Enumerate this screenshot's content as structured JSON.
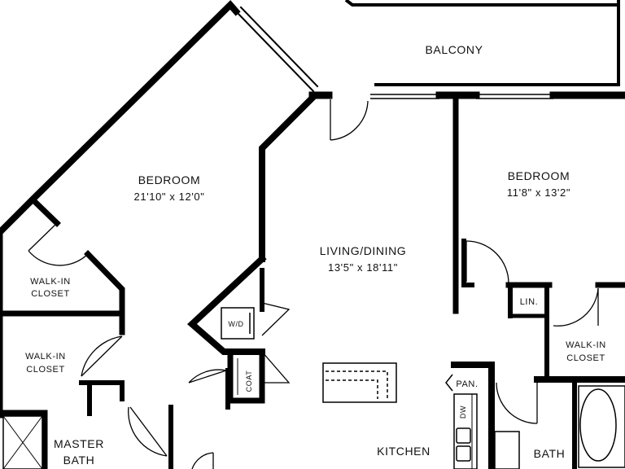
{
  "plan": {
    "wall_color": "#000000",
    "background_color": "#ffffff",
    "rooms": {
      "balcony": {
        "name": "BALCONY"
      },
      "bedroom_1": {
        "name": "BEDROOM",
        "size": "21'10\" x 12'0\""
      },
      "bedroom_2": {
        "name": "BEDROOM",
        "size": "11'8\" x 13'2\""
      },
      "living_dining": {
        "name": "LIVING/DINING",
        "size": "13'5\" x 18'11\""
      },
      "walk_in_closet_1": {
        "line1": "WALK-IN",
        "line2": "CLOSET"
      },
      "walk_in_closet_2": {
        "line1": "WALK-IN",
        "line2": "CLOSET"
      },
      "walk_in_closet_3": {
        "line1": "WALK-IN",
        "line2": "CLOSET"
      },
      "master_bath": {
        "line1": "MASTER",
        "line2": "BATH"
      },
      "kitchen": {
        "name": "KITCHEN"
      },
      "bath": {
        "name": "BATH"
      }
    },
    "fixtures": {
      "washer_dryer": "W/D",
      "coat": "COAT",
      "linen": "LIN.",
      "pantry": "PAN.",
      "dishwasher": "DW"
    }
  }
}
